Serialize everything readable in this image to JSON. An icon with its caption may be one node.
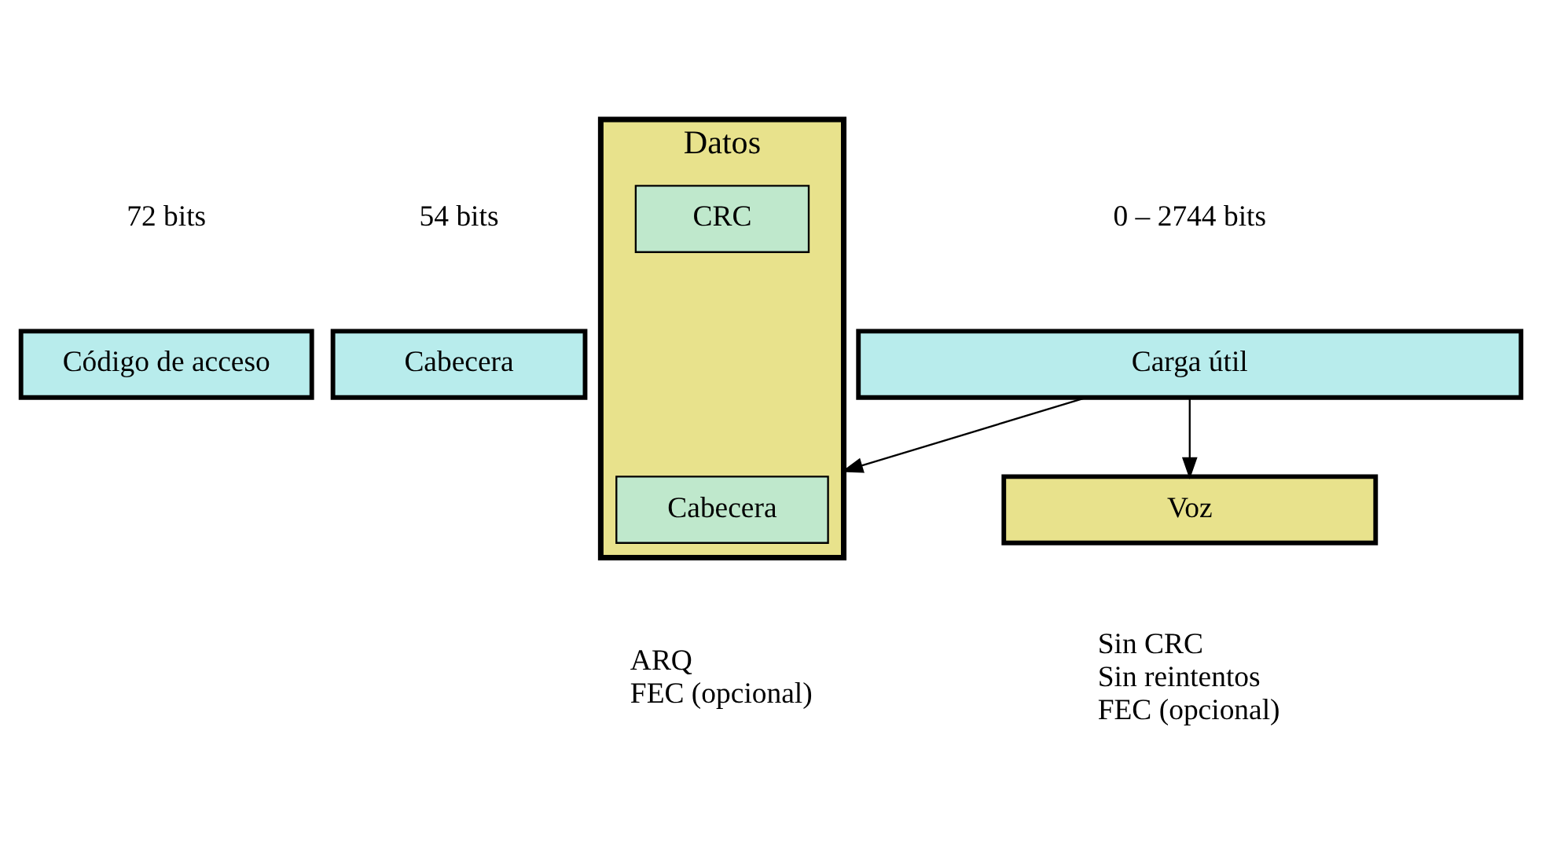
{
  "diagram": {
    "nodes": [
      {
        "text": [
          "Código de acceso"
        ],
        "beside": [
          "72 bits"
        ]
      },
      {
        "text": [
          "Cabecera"
        ],
        "beside": [
          "54 bits"
        ]
      },
      {
        "text": [
          "Carga útil"
        ],
        "beside": [
          "0 – 2744 bits"
        ]
      },
      {
        "text": [
          "Voz"
        ],
        "beside": [
          "Sin CRC",
          "Sin reintentos",
          "FEC (opcional)"
        ]
      },
      {
        "text": [
          "Datos"
        ],
        "beside": [
          "ARQ",
          "FEC (opcional)"
        ]
      },
      {
        "text": [
          "Cabecera"
        ],
        "in": 4
      },
      {
        "text": [
          "CRC"
        ],
        "in": 4
      }
    ],
    "edges": [
      {
        "from": 2,
        "to": 3,
        "arrow": "to"
      },
      {
        "from": 2,
        "to": 4,
        "arrow": "to"
      }
    ]
  }
}
